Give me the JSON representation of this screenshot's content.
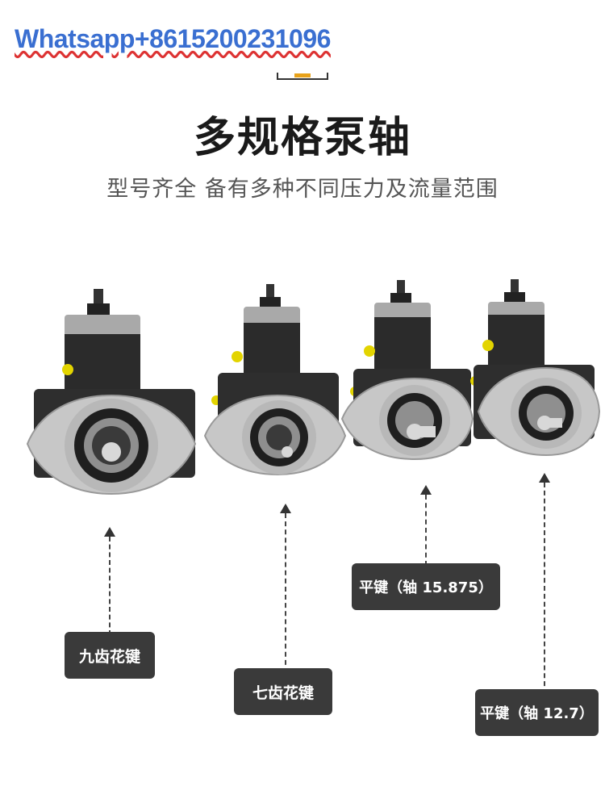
{
  "watermark": "Whatsapp+8615200231096",
  "title": "多规格泵轴",
  "subtitle": "型号齐全 备有多种不同压力及流量范围",
  "colors": {
    "title": "#1a1a1a",
    "label_bg": "#3a3a3a",
    "accent": "#e8a21a",
    "pump_body": "#2e2e2e",
    "flange": "#c9c9c9"
  },
  "labels": {
    "nine_tooth": "九齿花键",
    "seven_tooth": "七齿花键",
    "flat_key_15875": "平键（轴 15.875）",
    "flat_key_127": "平键（轴 12.7）"
  }
}
